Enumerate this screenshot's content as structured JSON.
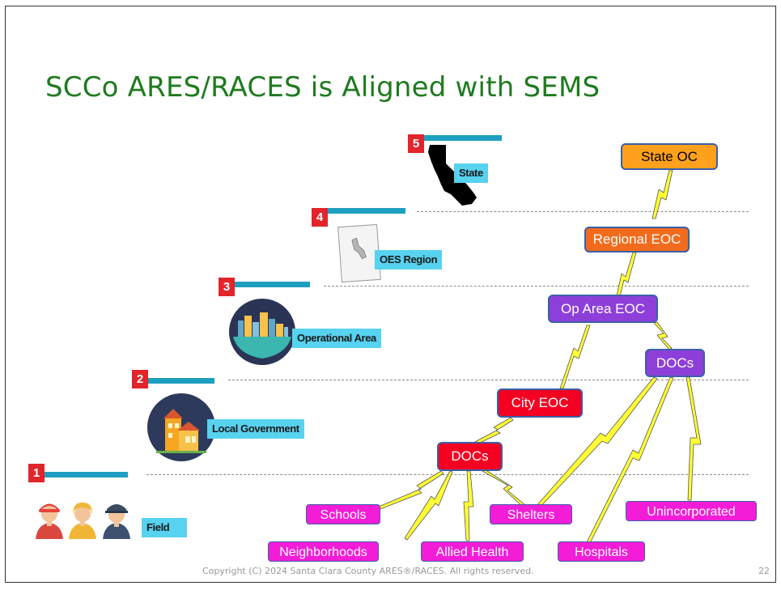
{
  "title": "SCCo ARES/RACES is Aligned with SEMS",
  "tiers": [
    {
      "number": "1",
      "label": "Field"
    },
    {
      "number": "2",
      "label": "Local Government"
    },
    {
      "number": "3",
      "label": "Operational Area"
    },
    {
      "number": "4",
      "label": "OES Region"
    },
    {
      "number": "5",
      "label": "State"
    }
  ],
  "nodes": {
    "state_oc": "State OC",
    "regional_eoc": "Regional EOC",
    "op_area_eoc": "Op Area EOC",
    "docs_upper": "DOCs",
    "city_eoc": "City EOC",
    "docs_lower": "DOCs"
  },
  "leaves": {
    "schools": "Schools",
    "neighborhoods": "Neighborhoods",
    "allied_health": "Allied Health",
    "shelters": "Shelters",
    "hospitals": "Hospitals",
    "unincorporated": "Unincorporated"
  },
  "footer": "Copyright (C) 2024 Santa Clara County ARES®/RACES. All rights reserved.",
  "page_number": "22",
  "colors": {
    "title": "#1f7a1f",
    "tier_bar": "#1f9fbf",
    "tier_number": "#e1252a",
    "tier_label": "#57d2ef",
    "state_oc": "#ffa11c",
    "regional_eoc": "#f26b1d",
    "op_area": "#8e3fd9",
    "city_eoc": "#f30022",
    "leaf": "#f31dd8",
    "lightning": "#ffff33"
  },
  "icons": {
    "field": "emergency-responders-icon",
    "local_government": "city-buildings-icon",
    "operational_area": "city-skyline-icon",
    "oes_region": "california-map-icon",
    "state": "california-state-icon"
  }
}
